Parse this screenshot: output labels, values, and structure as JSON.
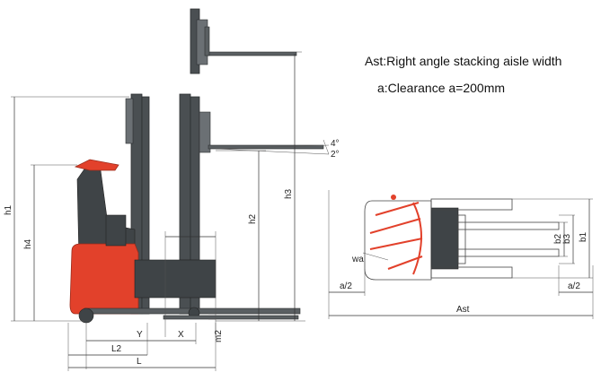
{
  "notes": {
    "ast_definition": "Ast:Right angle stacking aisle width",
    "clearance": "a:Clearance   a=200mm"
  },
  "dimensions": {
    "h1": "h1",
    "h2": "h2",
    "h3": "h3",
    "h4": "h4",
    "Y": "Y",
    "X": "X",
    "L2": "L2",
    "L": "L",
    "m2": "m2",
    "tilt_fwd": "4°",
    "tilt_back": "2°",
    "b1": "b1",
    "b2": "b2",
    "b3": "b3",
    "wa": "wa",
    "a2_left": "a/2",
    "a2_right": "a/2",
    "Ast": "Ast"
  },
  "colors": {
    "body": "#e2412b",
    "mast": "#4a4f52",
    "lines": "#333333"
  }
}
